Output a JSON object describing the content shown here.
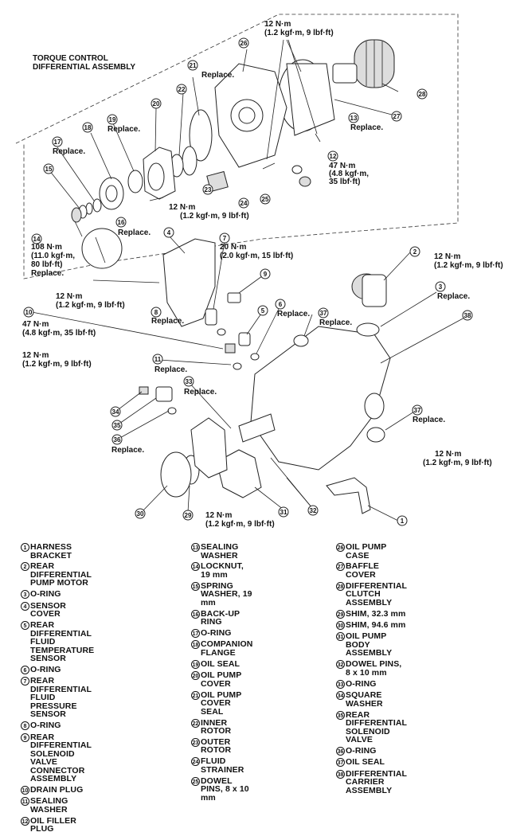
{
  "assembly_title": "TORQUE CONTROL\nDIFFERENTIAL ASSEMBLY",
  "labels": {
    "replace": "Replace.",
    "t12_line1": "12 N·m",
    "t12_line2": "(1.2 kgf·m, 9 lbf·ft)",
    "t47_line1": "47 N·m",
    "t47_line2": "(4.8 kgf·m,",
    "t47_line3": "35 lbf·ft)",
    "t47_inline": "(4.8 kgf·m, 35 lbf·ft)",
    "t108_line1": "108 N·m",
    "t108_line2": "(11.0 kgf·m,",
    "t108_line3": "80 lbf·ft)",
    "t20_line1": "20 N·m",
    "t20_line2": "(2.0 kgf·m, 15 lbf·ft)"
  },
  "legend": [
    {
      "num": "1",
      "text": "HARNESS BRACKET"
    },
    {
      "num": "2",
      "text": "REAR DIFFERENTIAL PUMP MOTOR"
    },
    {
      "num": "3",
      "text": "O-RING"
    },
    {
      "num": "4",
      "text": "SENSOR COVER"
    },
    {
      "num": "5",
      "text": "REAR DIFFERENTIAL FLUID\nTEMPERATURE SENSOR"
    },
    {
      "num": "6",
      "text": "O-RING"
    },
    {
      "num": "7",
      "text": "REAR DIFFERENTIAL FLUID\nPRESSURE SENSOR"
    },
    {
      "num": "8",
      "text": "O-RING"
    },
    {
      "num": "9",
      "text": "REAR DIFFERENTIAL SOLENOID\nVALVE CONNECTOR ASSEMBLY"
    },
    {
      "num": "10",
      "text": "DRAIN PLUG"
    },
    {
      "num": "11",
      "text": "SEALING WASHER"
    },
    {
      "num": "12",
      "text": "OIL FILLER PLUG"
    },
    {
      "num": "13",
      "text": "SEALING WASHER"
    },
    {
      "num": "14",
      "text": "LOCKNUT, 19 mm"
    },
    {
      "num": "15",
      "text": "SPRING WASHER, 19 mm"
    },
    {
      "num": "16",
      "text": "BACK-UP RING"
    },
    {
      "num": "17",
      "text": "O-RING"
    },
    {
      "num": "18",
      "text": "COMPANION FLANGE"
    },
    {
      "num": "19",
      "text": "OIL SEAL"
    },
    {
      "num": "20",
      "text": "OIL PUMP COVER"
    },
    {
      "num": "21",
      "text": "OIL PUMP COVER SEAL"
    },
    {
      "num": "22",
      "text": "INNER ROTOR"
    },
    {
      "num": "23",
      "text": "OUTER ROTOR"
    },
    {
      "num": "24",
      "text": "FLUID STRAINER"
    },
    {
      "num": "25",
      "text": "DOWEL PINS, 8 x 10 mm"
    },
    {
      "num": "26",
      "text": "OIL PUMP CASE"
    },
    {
      "num": "27",
      "text": "BAFFLE COVER"
    },
    {
      "num": "28",
      "text": "DIFFERENTIAL CLUTCH ASSEMBLY"
    },
    {
      "num": "29",
      "text": "SHIM, 32.3 mm"
    },
    {
      "num": "30",
      "text": "SHIM, 94.6 mm"
    },
    {
      "num": "31",
      "text": "OIL PUMP BODY ASSEMBLY"
    },
    {
      "num": "32",
      "text": "DOWEL PINS, 8 x 10 mm"
    },
    {
      "num": "33",
      "text": "O-RING"
    },
    {
      "num": "34",
      "text": "SQUARE WASHER"
    },
    {
      "num": "35",
      "text": "REAR DIFFERENTIAL SOLENOID VALVE"
    },
    {
      "num": "36",
      "text": "O-RING"
    },
    {
      "num": "37",
      "text": "OIL SEAL"
    },
    {
      "num": "38",
      "text": "DIFFERENTIAL CARRIER ASSEMBLY"
    }
  ]
}
